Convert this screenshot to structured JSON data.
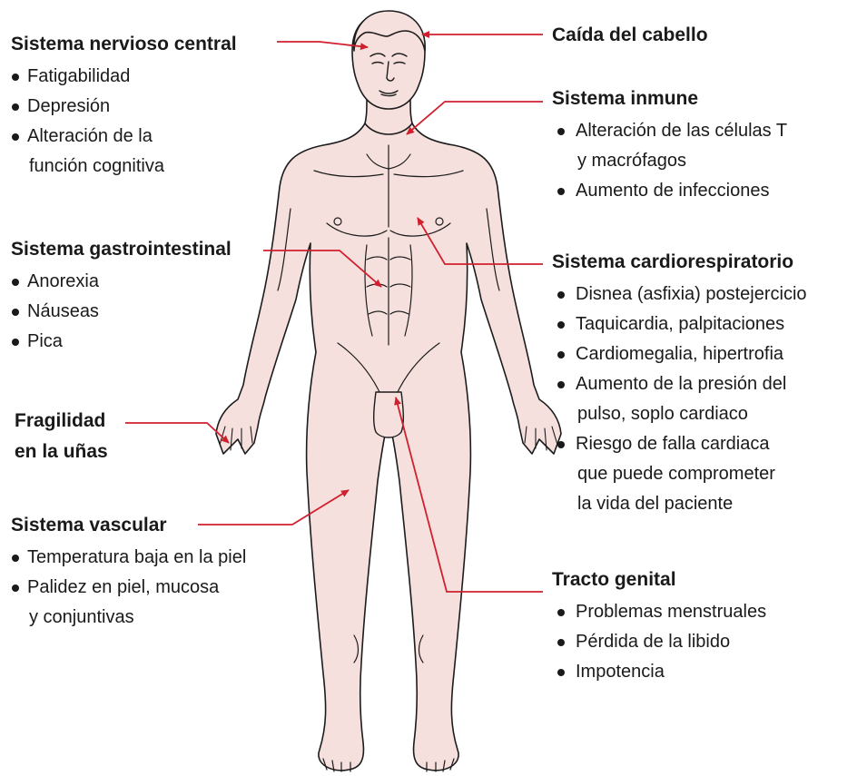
{
  "colors": {
    "skin": "#f6e0de",
    "outline": "#1c1c1c",
    "arrow": "#d0202e",
    "text": "#1a1a1a"
  },
  "groups": {
    "cns": {
      "title": "Sistema nervioso central",
      "items": [
        "Fatigabilidad",
        "Depresión",
        "Alteración de la"
      ],
      "item3_cont": "función cognitiva"
    },
    "gi": {
      "title": "Sistema gastrointestinal",
      "items": [
        "Anorexia",
        "Náuseas",
        "Pica"
      ]
    },
    "nails": {
      "title_line1": "Fragilidad",
      "title_line2": "en la uñas"
    },
    "vascular": {
      "title": "Sistema vascular",
      "items": [
        "Temperatura baja en la piel",
        "Palidez en piel, mucosa"
      ],
      "item2_cont": "y conjuntivas"
    },
    "hair": {
      "title": "Caída del cabello"
    },
    "immune": {
      "title": "Sistema inmune",
      "items": [
        "Alteración de las células T",
        "Aumento de infecciones"
      ],
      "item1_cont": "y macrófagos"
    },
    "cardio": {
      "title": "Sistema cardiorespiratorio",
      "items": [
        "Disnea (asfixia) postejercicio",
        "Taquicardia, palpitaciones",
        "Cardiomegalia, hipertrofia",
        "Aumento de la presión del",
        "Riesgo de falla cardiaca"
      ],
      "item4_cont": "pulso, soplo cardiaco",
      "item5_cont1": "que puede comprometer",
      "item5_cont2": "la vida del paciente"
    },
    "genital": {
      "title": "Tracto genital",
      "items": [
        "Problemas menstruales",
        "Pérdida de la libido",
        "Impotencia"
      ]
    }
  }
}
